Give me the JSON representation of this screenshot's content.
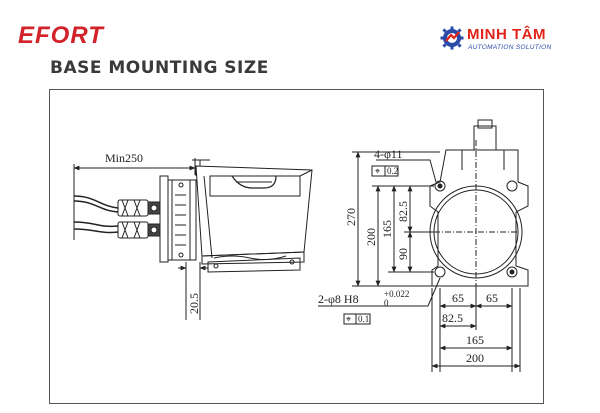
{
  "header": {
    "brand": "EFORT",
    "title": "BASE MOUNTING SIZE",
    "partner_name": "MINH TÂM",
    "partner_tagline": "AUTOMATION SOLUTION",
    "brand_color": "#d2232a",
    "partner_color": "#e2231a",
    "partner_tag_color": "#2a4aa8"
  },
  "side_view": {
    "min_clearance": "Min250",
    "offset": "20.5"
  },
  "base_view": {
    "holes_label": "4-φ11",
    "holes_tol": "0.2",
    "height_total": "270",
    "height_200": "200",
    "height_165": "165",
    "height_82_5": "82.5",
    "height_90": "90",
    "pin_holes_label": "2-φ8 H8",
    "pin_upper_tol": "+0.022",
    "pin_lower_tol": "0",
    "pin_tol": "0.1",
    "width_65_left": "65",
    "width_65_right": "65",
    "width_82_5": "82.5",
    "width_165": "165",
    "width_200": "200"
  }
}
